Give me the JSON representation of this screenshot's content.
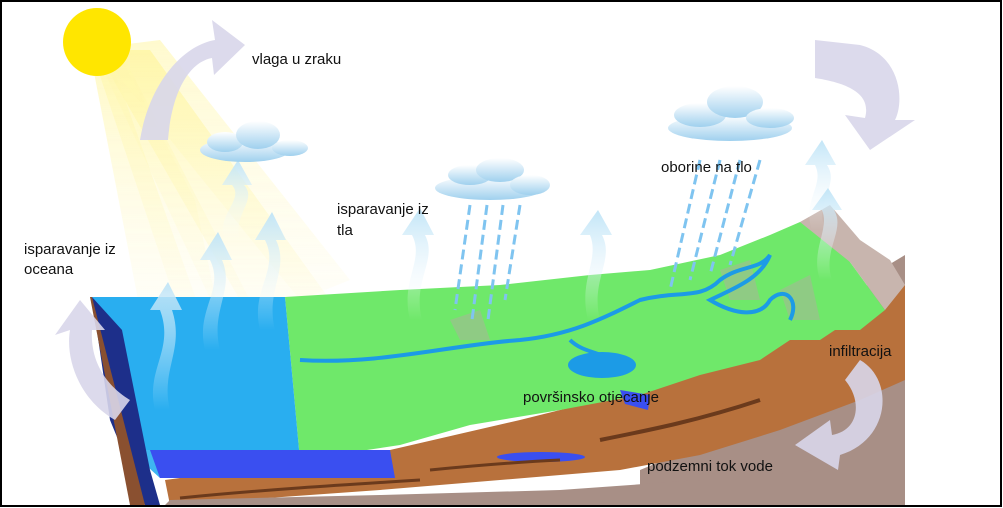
{
  "labels": {
    "vlaga_u_zraku": "vlaga u zraku",
    "isparavanje_oceana_line1": "isparavanje iz",
    "isparavanje_oceana_line2": "oceana",
    "isparavanje_tla_line1": "isparavanje iz",
    "isparavanje_tla_line2": "tla",
    "oborine_na_tlo": "oborine na tlo",
    "infiltracija": "infiltracija",
    "povrsinsko_otjecanje": "površinsko otjecanje",
    "podzemni_tok_vode": "podzemni tok vode"
  },
  "colors": {
    "sun": "#ffe600",
    "ocean": "#29aef0",
    "ocean_deep": "#3a4ff0",
    "land": "#6fe86a",
    "soil": "#b8713c",
    "rock": "#a88f86",
    "river": "#1c9be6",
    "rain": "#7fc4f0",
    "cycle_arrow": "#d8d6ea"
  }
}
